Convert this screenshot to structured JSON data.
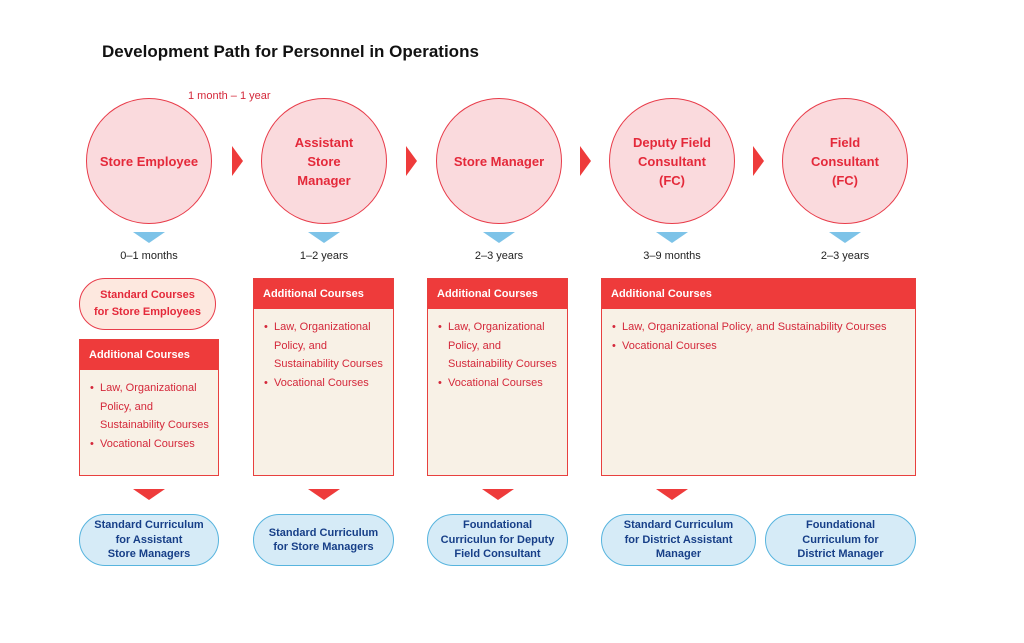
{
  "title": "Development Path for Personnel in Operations",
  "transition_note": "1 month – 1 year",
  "stages": [
    {
      "label": "Store Employee",
      "duration": "0–1 months"
    },
    {
      "label": "Assistant\nStore\nManager",
      "duration": "1–2 years"
    },
    {
      "label": "Store Manager",
      "duration": "2–3 years"
    },
    {
      "label": "Deputy Field\nConsultant\n(FC)",
      "duration": "3–9 months"
    },
    {
      "label": "Field\nConsultant\n(FC)",
      "duration": "2–3 years"
    }
  ],
  "standard_courses": "Standard Courses\nfor Store Employees",
  "additional_courses": [
    {
      "header": "Additional Courses",
      "items": [
        "Law, Organizational Policy, and Sustainability Courses",
        "Vocational Courses"
      ]
    },
    {
      "header": "Additional Courses",
      "items": [
        "Law, Organizational Policy, and Sustainability Courses",
        "Vocational Courses"
      ]
    },
    {
      "header": "Additional Courses",
      "items": [
        "Law, Organizational Policy, and Sustainability Courses",
        "Vocational Courses"
      ]
    },
    {
      "header": "Additional Courses",
      "items": [
        "Law, Organizational Policy, and Sustainability Courses",
        "Vocational Courses"
      ]
    }
  ],
  "curricula": [
    "Standard Curriculum\nfor Assistant\nStore Managers",
    "Standard Curriculum\nfor Store Managers",
    "Foundational\nCurriculun for Deputy\nField Consultant",
    "Standard Curriculum\nfor District Assistant\nManager",
    "Foundational\nCurriculum for\nDistrict Manager"
  ],
  "colors": {
    "accent_red": "#ee3b3b",
    "circle_fill": "#fadadd",
    "box_fill": "#f8f1e6",
    "curriculum_fill": "#d6ebf7",
    "curriculum_text": "#173f88",
    "duration_marker": "#7dc3e8"
  }
}
